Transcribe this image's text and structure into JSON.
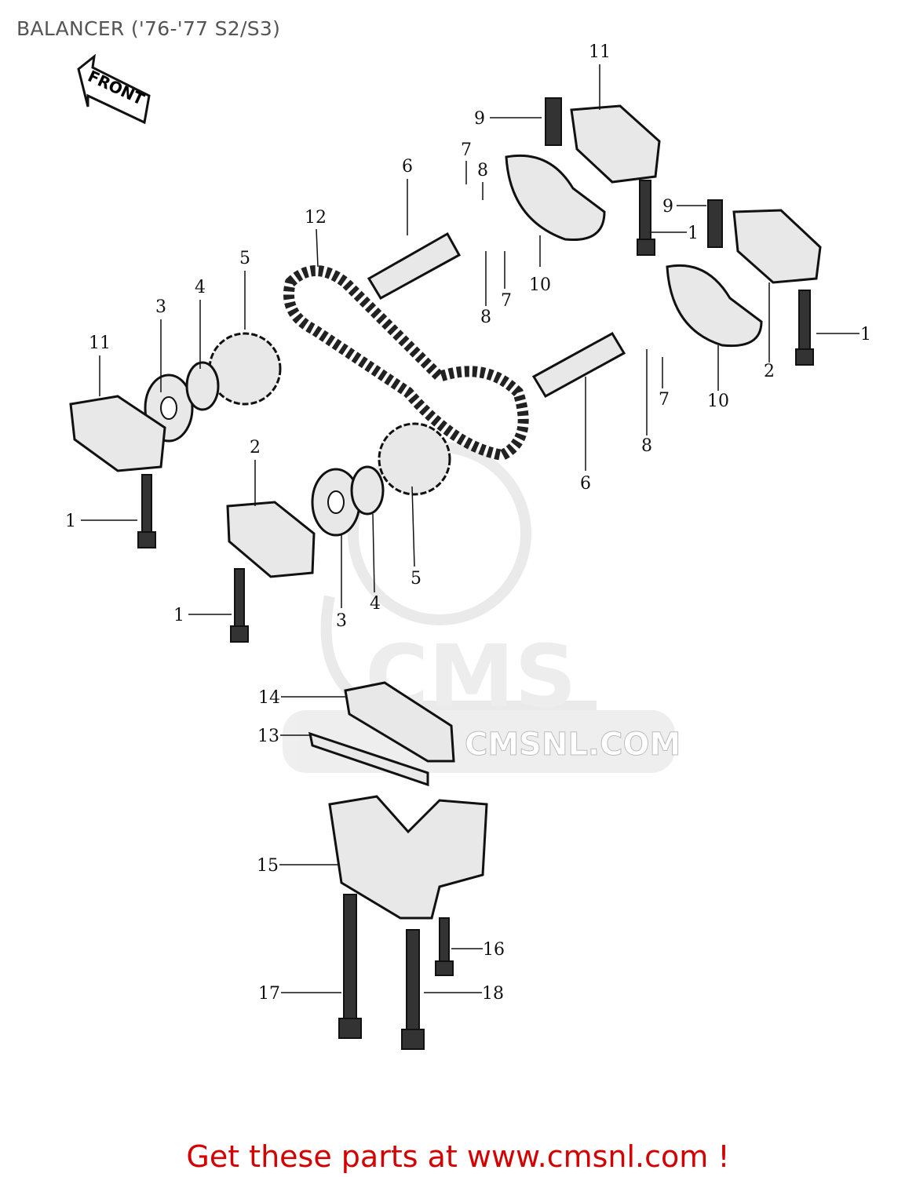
{
  "title": "BALANCER ('76-'77 S2/S3)",
  "footer": "Get these parts at www.cmsnl.com !",
  "front_arrow_label": "FRONT",
  "watermark": "CMSNL.COM",
  "callouts": [
    "11",
    "9",
    "7",
    "8",
    "6",
    "12",
    "5",
    "4",
    "3",
    "11",
    "1",
    "9",
    "10",
    "8",
    "7",
    "1",
    "2",
    "10",
    "7",
    "8",
    "6",
    "2",
    "1",
    "5",
    "4",
    "3",
    "1",
    "14",
    "13",
    "15",
    "16",
    "17",
    "18"
  ],
  "colors": {
    "footer": "#d40000",
    "title": "#555555"
  }
}
